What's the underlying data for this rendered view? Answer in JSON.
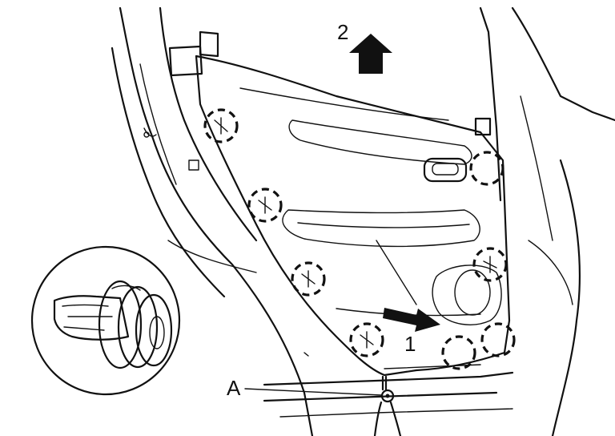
{
  "labels": {
    "step1": "1",
    "step2": "2",
    "callout_a": "A"
  }
}
